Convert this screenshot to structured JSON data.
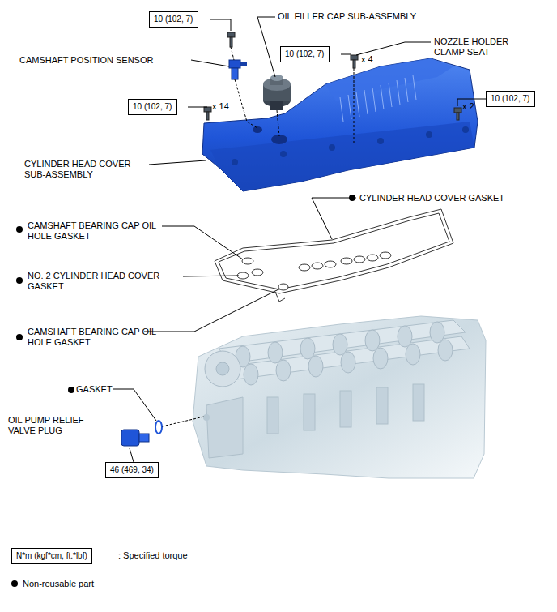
{
  "diagram": {
    "nodes": [
      {
        "text": [
          "10 (102, 7)"
        ]
      },
      {
        "text": [
          "10 (102, 7)"
        ]
      },
      {
        "text": [
          "10 (102, 7)"
        ]
      },
      {
        "text": [
          "10 (102, 7)"
        ]
      },
      {
        "text": [
          "46 (469, 34)"
        ]
      },
      {
        "text": [
          "N*m (kgf*cm, ft.*lbf)"
        ]
      }
    ],
    "labels": [
      "OIL FILLER CAP SUB-ASSEMBLY",
      "CAMSHAFT POSITION SENSOR",
      "NOZZLE HOLDER CLAMP SEAT",
      "x 4",
      "x 14",
      "x 2",
      "CYLINDER HEAD COVER SUB-ASSEMBLY",
      "CYLINDER HEAD COVER GASKET",
      "CAMSHAFT BEARING CAP OIL HOLE GASKET",
      "NO. 2 CYLINDER HEAD COVER GASKET",
      "CAMSHAFT BEARING CAP OIL HOLE GASKET",
      "GASKET",
      "OIL PUMP RELIEF VALVE PLUG",
      ": Specified torque"
    ],
    "legend": [
      {
        "text": "Non-reusable part"
      }
    ]
  }
}
